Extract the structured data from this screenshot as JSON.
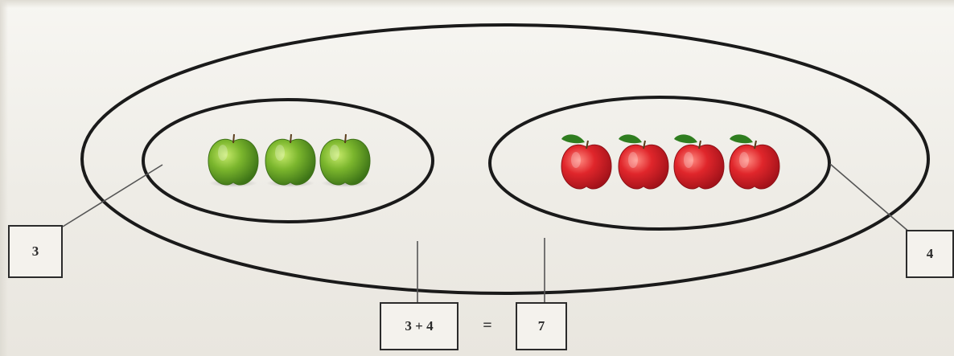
{
  "diagram": {
    "left_group": {
      "count_label": "3",
      "items": [
        {
          "kind": "green-apple",
          "color": "#7bb62d"
        },
        {
          "kind": "green-apple",
          "color": "#7bb62d"
        },
        {
          "kind": "green-apple",
          "color": "#7bb62d"
        }
      ]
    },
    "right_group": {
      "count_label": "4",
      "items": [
        {
          "kind": "red-apple",
          "color": "#e0262b"
        },
        {
          "kind": "red-apple",
          "color": "#e0262b"
        },
        {
          "kind": "red-apple",
          "color": "#e0262b"
        },
        {
          "kind": "red-apple",
          "color": "#e0262b"
        }
      ]
    },
    "equation": {
      "expression": "3 + 4",
      "equals": "=",
      "result": "7"
    },
    "colors": {
      "outline": "#1a1a1a",
      "green_apple": "#7bb62d",
      "red_apple": "#e0262b",
      "leaf": "#2f7d1f"
    }
  }
}
